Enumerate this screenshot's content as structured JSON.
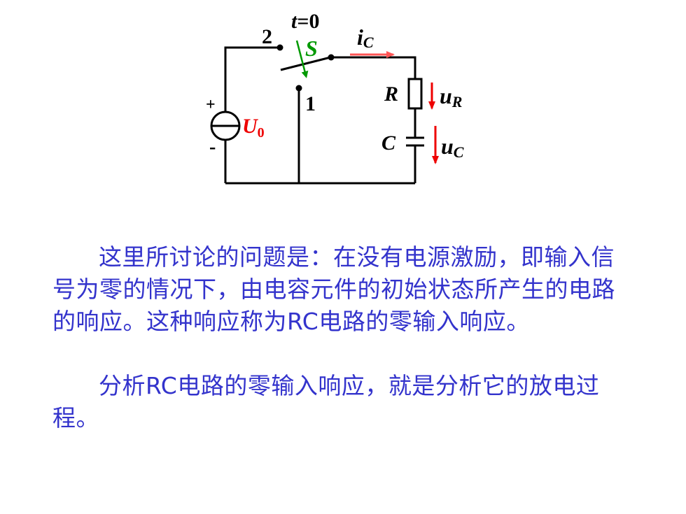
{
  "diagram": {
    "switch_time_label_t": "t",
    "switch_time_label_rest": "=0",
    "switch_name": "S",
    "node_2": "2",
    "node_1": "1",
    "current_i": "i",
    "current_sub": "C",
    "resistor_name": "R",
    "capacitor_name": "C",
    "voltage_r_u": "u",
    "voltage_r_sub": "R",
    "voltage_c_u": "u",
    "voltage_c_sub": "C",
    "source_u": "U",
    "source_sub": "0",
    "source_plus": "+",
    "source_minus": "-",
    "colors": {
      "wire": "#000000",
      "switch_arrow": "#009900",
      "current_arrow": "#ff5555",
      "voltage_arrow": "#ee0000",
      "source_label": "#ee0000",
      "switch_label": "#009900"
    }
  },
  "text": {
    "para1": "这里所讨论的问题是：在没有电源激励，即输入信号为零的情况下，由电容元件的初始状态所产生的电路的响应。这种响应称为RC电路的零输入响应。",
    "para2": "分析RC电路的零输入响应，就是分析它的放电过程。"
  }
}
